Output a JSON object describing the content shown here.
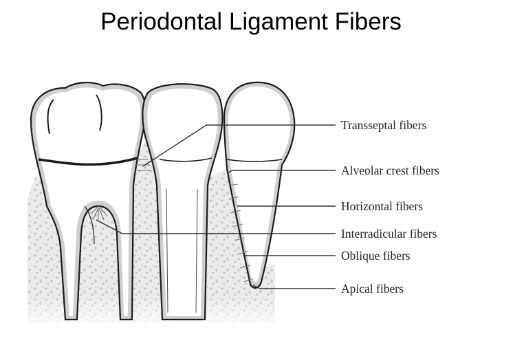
{
  "title": "Periodontal Ligament Fibers",
  "labels": [
    "Transseptal fibers",
    "Alveolar crest fibers",
    "Horizontal fibers",
    "Interradicular fibers",
    "Oblique fibers",
    "Apical fibers"
  ],
  "colors": {
    "bone": "#ebebeb",
    "bone_speckle": "#c4c4c4",
    "ligament": "#cfcfcf",
    "tooth": "#ffffff",
    "outline": "#1a1a1a"
  }
}
